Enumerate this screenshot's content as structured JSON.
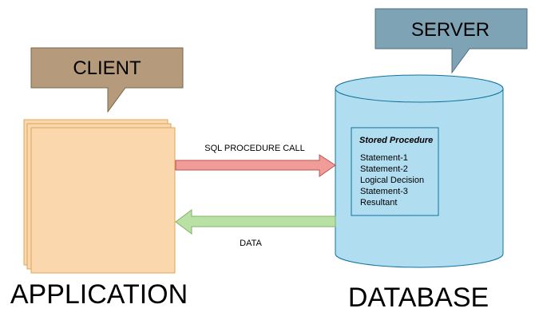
{
  "client": {
    "label": "CLIENT",
    "fill": "#b59a7c"
  },
  "server": {
    "label": "SERVER",
    "fill": "#7ea3b4"
  },
  "application": {
    "label": "APPLICATION",
    "fill": "#fad7ac",
    "stroke": "#e0a55a"
  },
  "database": {
    "label": "DATABASE",
    "fill": "#b1ddf0",
    "stroke": "#10739e",
    "procedure": {
      "title": "Stored Procedure",
      "lines": [
        "Statement-1",
        "Statement-2",
        "Logical Decision",
        "Statement-3",
        "Resultant"
      ]
    }
  },
  "arrows": {
    "request": {
      "label": "SQL PROCEDURE CALL",
      "fill": "#f19c99",
      "stroke": "#b85450"
    },
    "response": {
      "label": "DATA",
      "fill": "#b9e0a5",
      "stroke": "#82b366"
    }
  }
}
